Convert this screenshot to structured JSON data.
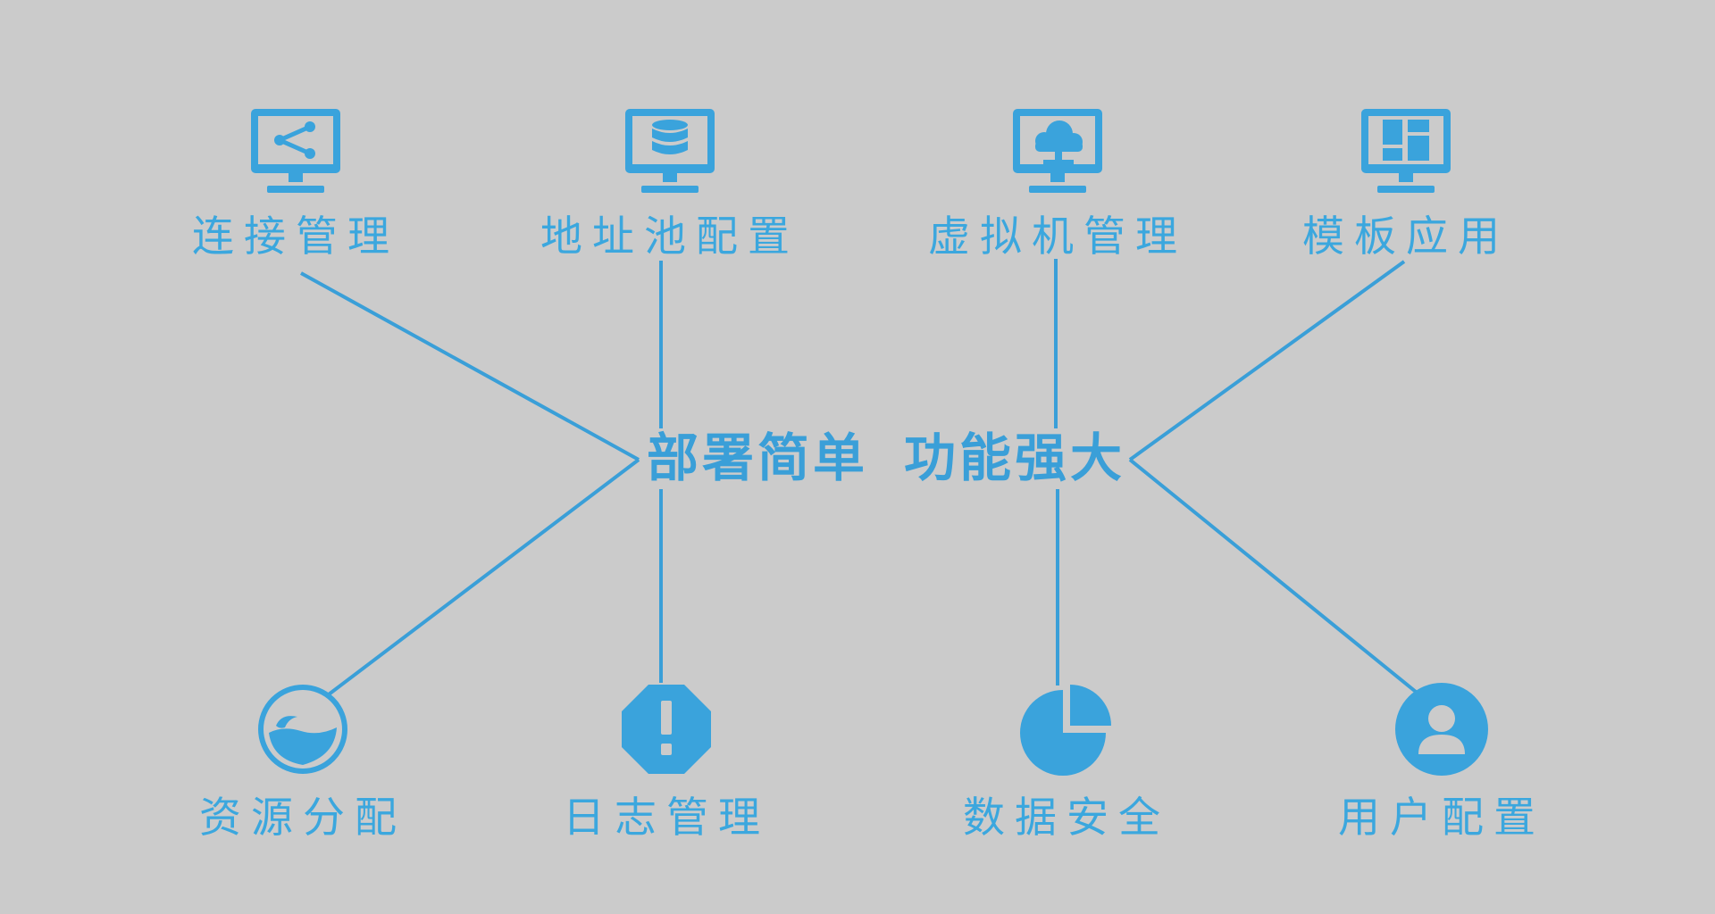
{
  "headline": {
    "part1": "部署简单",
    "part2": "功能强大"
  },
  "features": {
    "top": [
      {
        "label": "连接管理",
        "icon": "monitor-share-icon"
      },
      {
        "label": "地址池配置",
        "icon": "monitor-database-icon"
      },
      {
        "label": "虚拟机管理",
        "icon": "monitor-cloud-icon"
      },
      {
        "label": "模板应用",
        "icon": "monitor-layout-icon"
      }
    ],
    "bottom": [
      {
        "label": "资源分配",
        "icon": "resource-drop-icon"
      },
      {
        "label": "日志管理",
        "icon": "alert-octagon-icon"
      },
      {
        "label": "数据安全",
        "icon": "pie-chart-icon"
      },
      {
        "label": "用户配置",
        "icon": "user-circle-icon"
      }
    ]
  },
  "colors": {
    "background": "#cbcbcb",
    "accent": "#3ba7de",
    "line": "#3a9fd8"
  }
}
